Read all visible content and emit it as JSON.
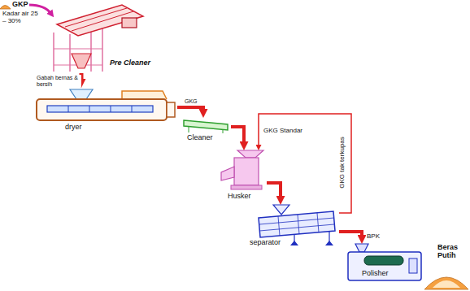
{
  "diagram": {
    "nodes": [
      {
        "text": [
          "Pre Cleaner"
        ]
      },
      {
        "text": [
          "dryer"
        ]
      },
      {
        "text": [
          "Cleaner"
        ]
      },
      {
        "text": [
          "Husker"
        ]
      },
      {
        "text": [
          "separator"
        ]
      },
      {
        "text": [
          "Polisher"
        ]
      }
    ],
    "edges": [
      {
        "from": 0,
        "to": 1,
        "arrow": "to",
        "label": "Gabah bernas & bersih"
      },
      {
        "from": 1,
        "to": 2,
        "arrow": "to",
        "label": "GKG"
      },
      {
        "from": 2,
        "to": 3,
        "arrow": "to",
        "label": "GKG Standar"
      },
      {
        "from": 3,
        "to": 4,
        "arrow": "to"
      },
      {
        "from": 4,
        "to": 5,
        "arrow": "to",
        "label": "BPK"
      },
      {
        "from": 4,
        "to": 3,
        "arrow": "to",
        "label": "GKG tak terkupas"
      }
    ],
    "labels": [
      "GKP",
      "Kadar air 25 – 30%",
      "Beras Putih"
    ]
  }
}
